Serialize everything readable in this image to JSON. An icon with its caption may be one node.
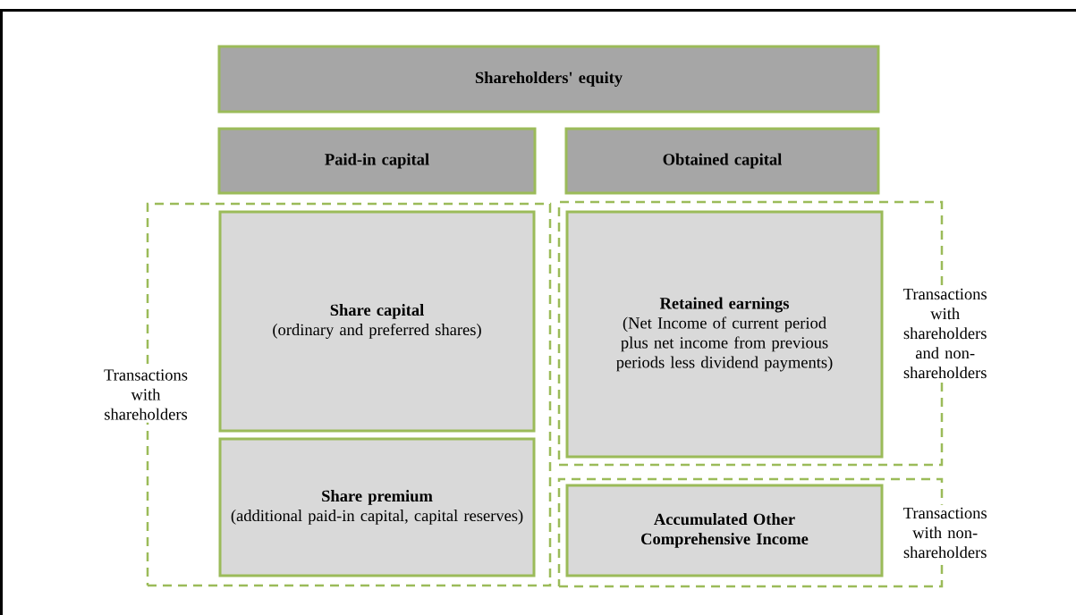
{
  "diagram": {
    "nodes": [
      {
        "text": [
          "Shareholders' equity"
        ]
      },
      {
        "text": [
          "Paid-in capital"
        ]
      },
      {
        "text": [
          "Obtained capital"
        ]
      },
      {
        "text": [
          "Transactions with shareholders"
        ]
      },
      {
        "text": [
          "Share capital",
          "(ordinary and preferred shares)"
        ],
        "in": 3
      },
      {
        "text": [
          "Share premium",
          "(additional paid-in capital, capital reserves)"
        ],
        "in": 3
      },
      {
        "text": [
          "Transactions with shareholders and non-shareholders"
        ]
      },
      {
        "text": [
          "Retained earnings",
          "(Net Income of current period plus net income from previous periods less dividend payments)"
        ],
        "in": 6
      },
      {
        "text": [
          "Transactions with non-shareholders"
        ]
      },
      {
        "text": [
          "Accumulated Other Comprehensive Income"
        ],
        "in": 8
      }
    ]
  }
}
